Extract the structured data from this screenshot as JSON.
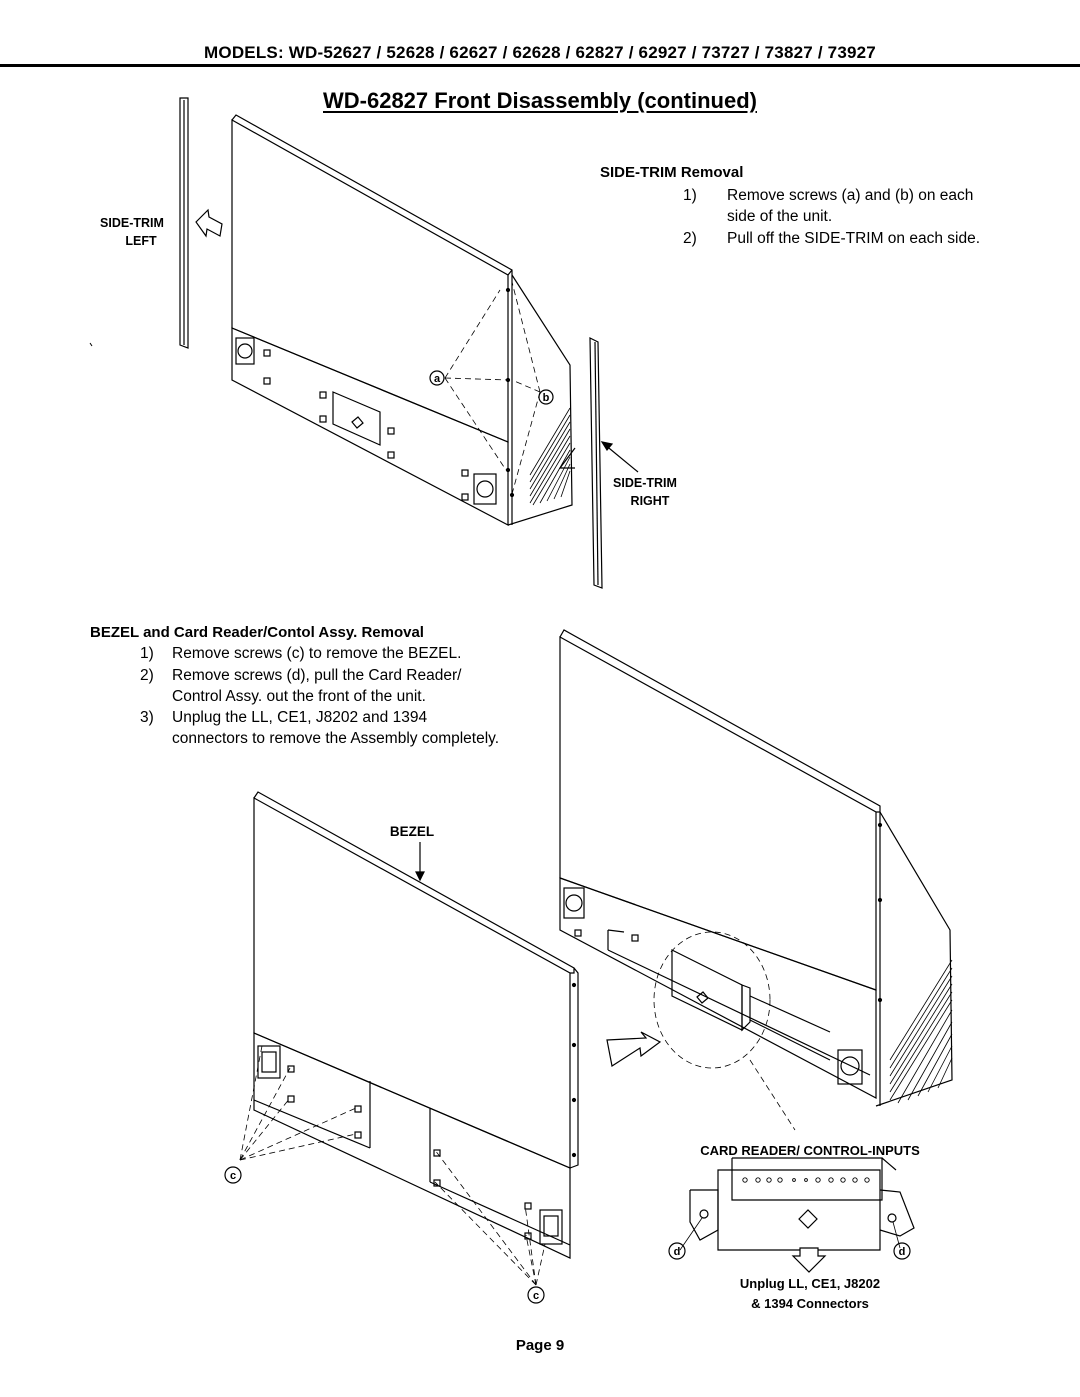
{
  "header": {
    "models": "MODELS: WD-52627 / 52628 / 62627 / 62628 / 62827 / 62927 / 73727 / 73827 / 73927",
    "title": "WD-62827 Front Disassembly (continued)"
  },
  "side_trim": {
    "heading": "SIDE-TRIM Removal",
    "steps": [
      {
        "num": "1)",
        "line1": "Remove screws (a) and (b) on each",
        "line2": "side of the unit."
      },
      {
        "num": "2)",
        "line1": "Pull off the SIDE-TRIM on each side.",
        "line2": ""
      }
    ],
    "label_left": [
      "SIDE-TRIM",
      "LEFT"
    ],
    "label_right": [
      "SIDE-TRIM",
      "RIGHT"
    ],
    "screw_a": "a",
    "screw_b": "b"
  },
  "bezel": {
    "heading": "BEZEL and Card Reader/Contol Assy. Removal",
    "steps": [
      {
        "num": "1)",
        "line1": "Remove screws (c) to remove the BEZEL.",
        "line2": ""
      },
      {
        "num": "2)",
        "line1": "Remove screws (d), pull the Card Reader/",
        "line2": "Control Assy. out the front of the unit."
      },
      {
        "num": "3)",
        "line1": "Unplug the LL, CE1, J8202 and 1394",
        "line2": "connectors to remove the Assembly completely."
      }
    ],
    "bezel_label": "BEZEL",
    "screw_c": "c",
    "screw_d": "d",
    "card_reader_label": "CARD READER/ CONTROL-INPUTS",
    "unplug_line1": "Unplug LL, CE1, J8202",
    "unplug_line2": "& 1394 Connectors"
  },
  "footer": {
    "page": "Page 9"
  }
}
